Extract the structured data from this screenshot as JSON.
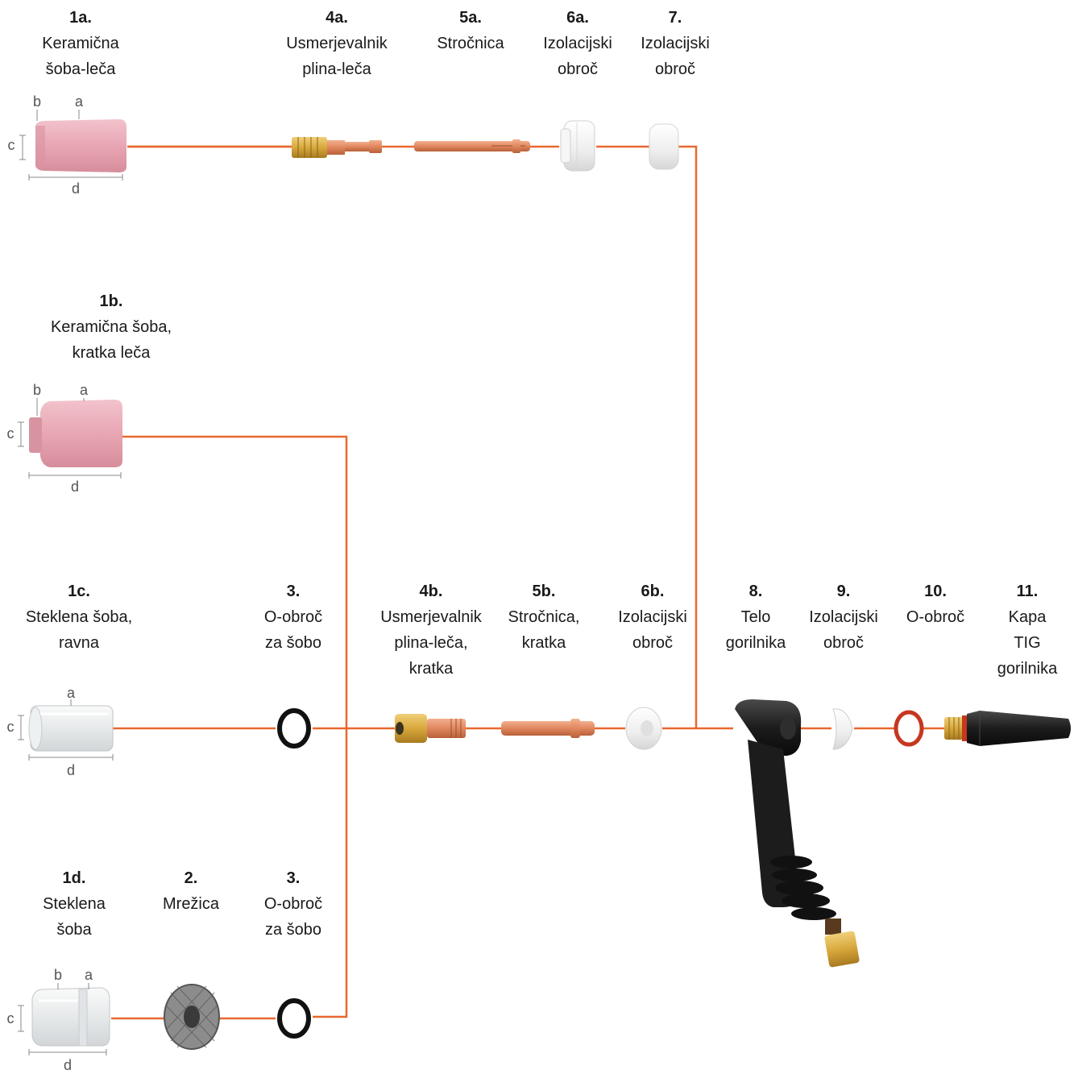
{
  "colors": {
    "connector": "#E8692F",
    "ceramic": "#E8A6B3",
    "copper": "#E0875F",
    "brass": "#D8A83C",
    "insulator": "#F2F2F2",
    "rubber": "#1C1C1C",
    "o_ring_red": "#C6371F"
  },
  "parts": {
    "p1a": {
      "num": "1a.",
      "name": "Keramična\nšoba-leča"
    },
    "p4a": {
      "num": "4a.",
      "name": "Usmerjevalnik\nplina-leča"
    },
    "p5a": {
      "num": "5a.",
      "name": "Stročnica"
    },
    "p6a": {
      "num": "6a.",
      "name": "Izolacijski\nobroč"
    },
    "p7": {
      "num": "7.",
      "name": "Izolacijski\nobroč"
    },
    "p1b": {
      "num": "1b.",
      "name": "Keramična šoba,\nkratka leča"
    },
    "p1c": {
      "num": "1c.",
      "name": "Steklena šoba,\nravna"
    },
    "p3": {
      "num": "3.",
      "name": "O-obroč\nza šobo"
    },
    "p4b": {
      "num": "4b.",
      "name": "Usmerjevalnik\nplina-leča,\nkratka"
    },
    "p5b": {
      "num": "5b.",
      "name": "Stročnica,\nkratka"
    },
    "p6b": {
      "num": "6b.",
      "name": "Izolacijski\nobroč"
    },
    "p8": {
      "num": "8.",
      "name": "Telo\ngorilnika"
    },
    "p9": {
      "num": "9.",
      "name": "Izolacijski\nobroč"
    },
    "p10": {
      "num": "10.",
      "name": "O-obroč"
    },
    "p11": {
      "num": "11.",
      "name": "Kapa TIG\ngorilnika"
    },
    "p1d": {
      "num": "1d.",
      "name": "Steklena\nšoba"
    },
    "p2": {
      "num": "2.",
      "name": "Mrežica"
    },
    "p3b": {
      "num": "3.",
      "name": "O-obroč\nza šobo"
    }
  },
  "dimension_letters": {
    "a": "a",
    "b": "b",
    "c": "c",
    "d": "d"
  },
  "icons": {
    "ceramic_nozzle": "ceramic-nozzle-icon",
    "glass_nozzle": "glass-nozzle-icon",
    "gas_lens": "gas-lens-icon",
    "collet": "collet-icon",
    "insulator": "insulator-icon",
    "o_ring": "o-ring-icon",
    "mesh": "mesh-screen-icon",
    "torch_body": "torch-body-icon",
    "back_cap": "back-cap-icon"
  }
}
